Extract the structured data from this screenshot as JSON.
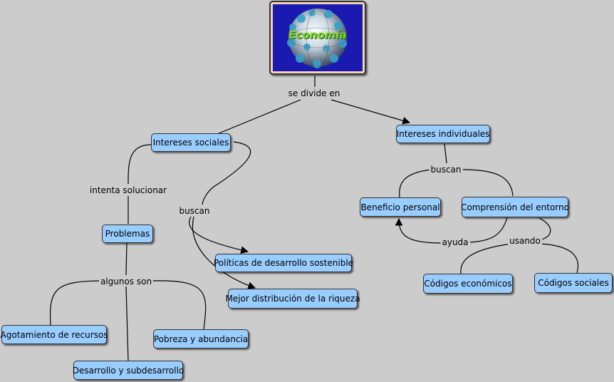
{
  "logo_image": {
    "word": "Economía"
  },
  "nodes": {
    "intereses_sociales": "Intereses sociales",
    "intereses_individuales": "Intereses individuales",
    "problemas": "Problemas",
    "politicas": "Políticas de desarrollo sostenible",
    "mejor_distribucion": "Mejor distribución de la riqueza",
    "agotamiento": "Agotamiento de recursos",
    "pobreza": "Pobreza y abundancia",
    "desarrollo": "Desarrollo y subdesarrollo",
    "beneficio": "Beneficio personal",
    "comprension": "Comprensión del entorno",
    "codigos_economicos": "Códigos económicos",
    "codigos_sociales": "Códigos sociales"
  },
  "links": {
    "se_divide_en": "se divide en",
    "intenta_solucionar": "intenta solucionar",
    "buscan_social": "buscan",
    "algunos_son": "algunos son",
    "buscan_individual": "buscan",
    "ayuda": "ayuda",
    "usando": "usando"
  },
  "colors": {
    "node_fill": "#99ccff",
    "background": "#cccccc",
    "logo_blue": "#1a1ab0",
    "logo_text": "#7ed321"
  }
}
